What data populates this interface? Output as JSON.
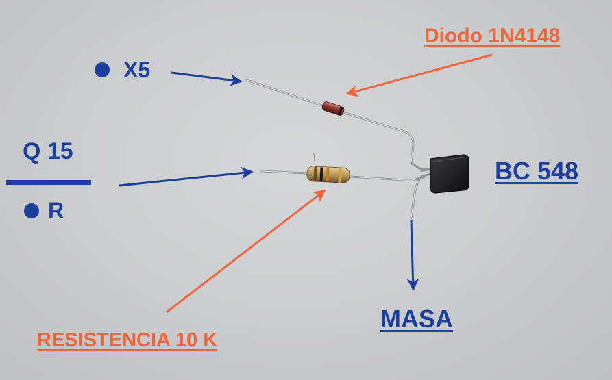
{
  "labels": {
    "x5": "X5",
    "q15": "Q 15",
    "r": "R",
    "bc548": "BC 548",
    "diode": "Diodo 1N4148",
    "resistor": "RESISTENCIA  10 K",
    "ground": "MASA"
  },
  "colors": {
    "blue": "#1b3f9c",
    "orange": "#f0643a",
    "background": "#cdcecf"
  }
}
